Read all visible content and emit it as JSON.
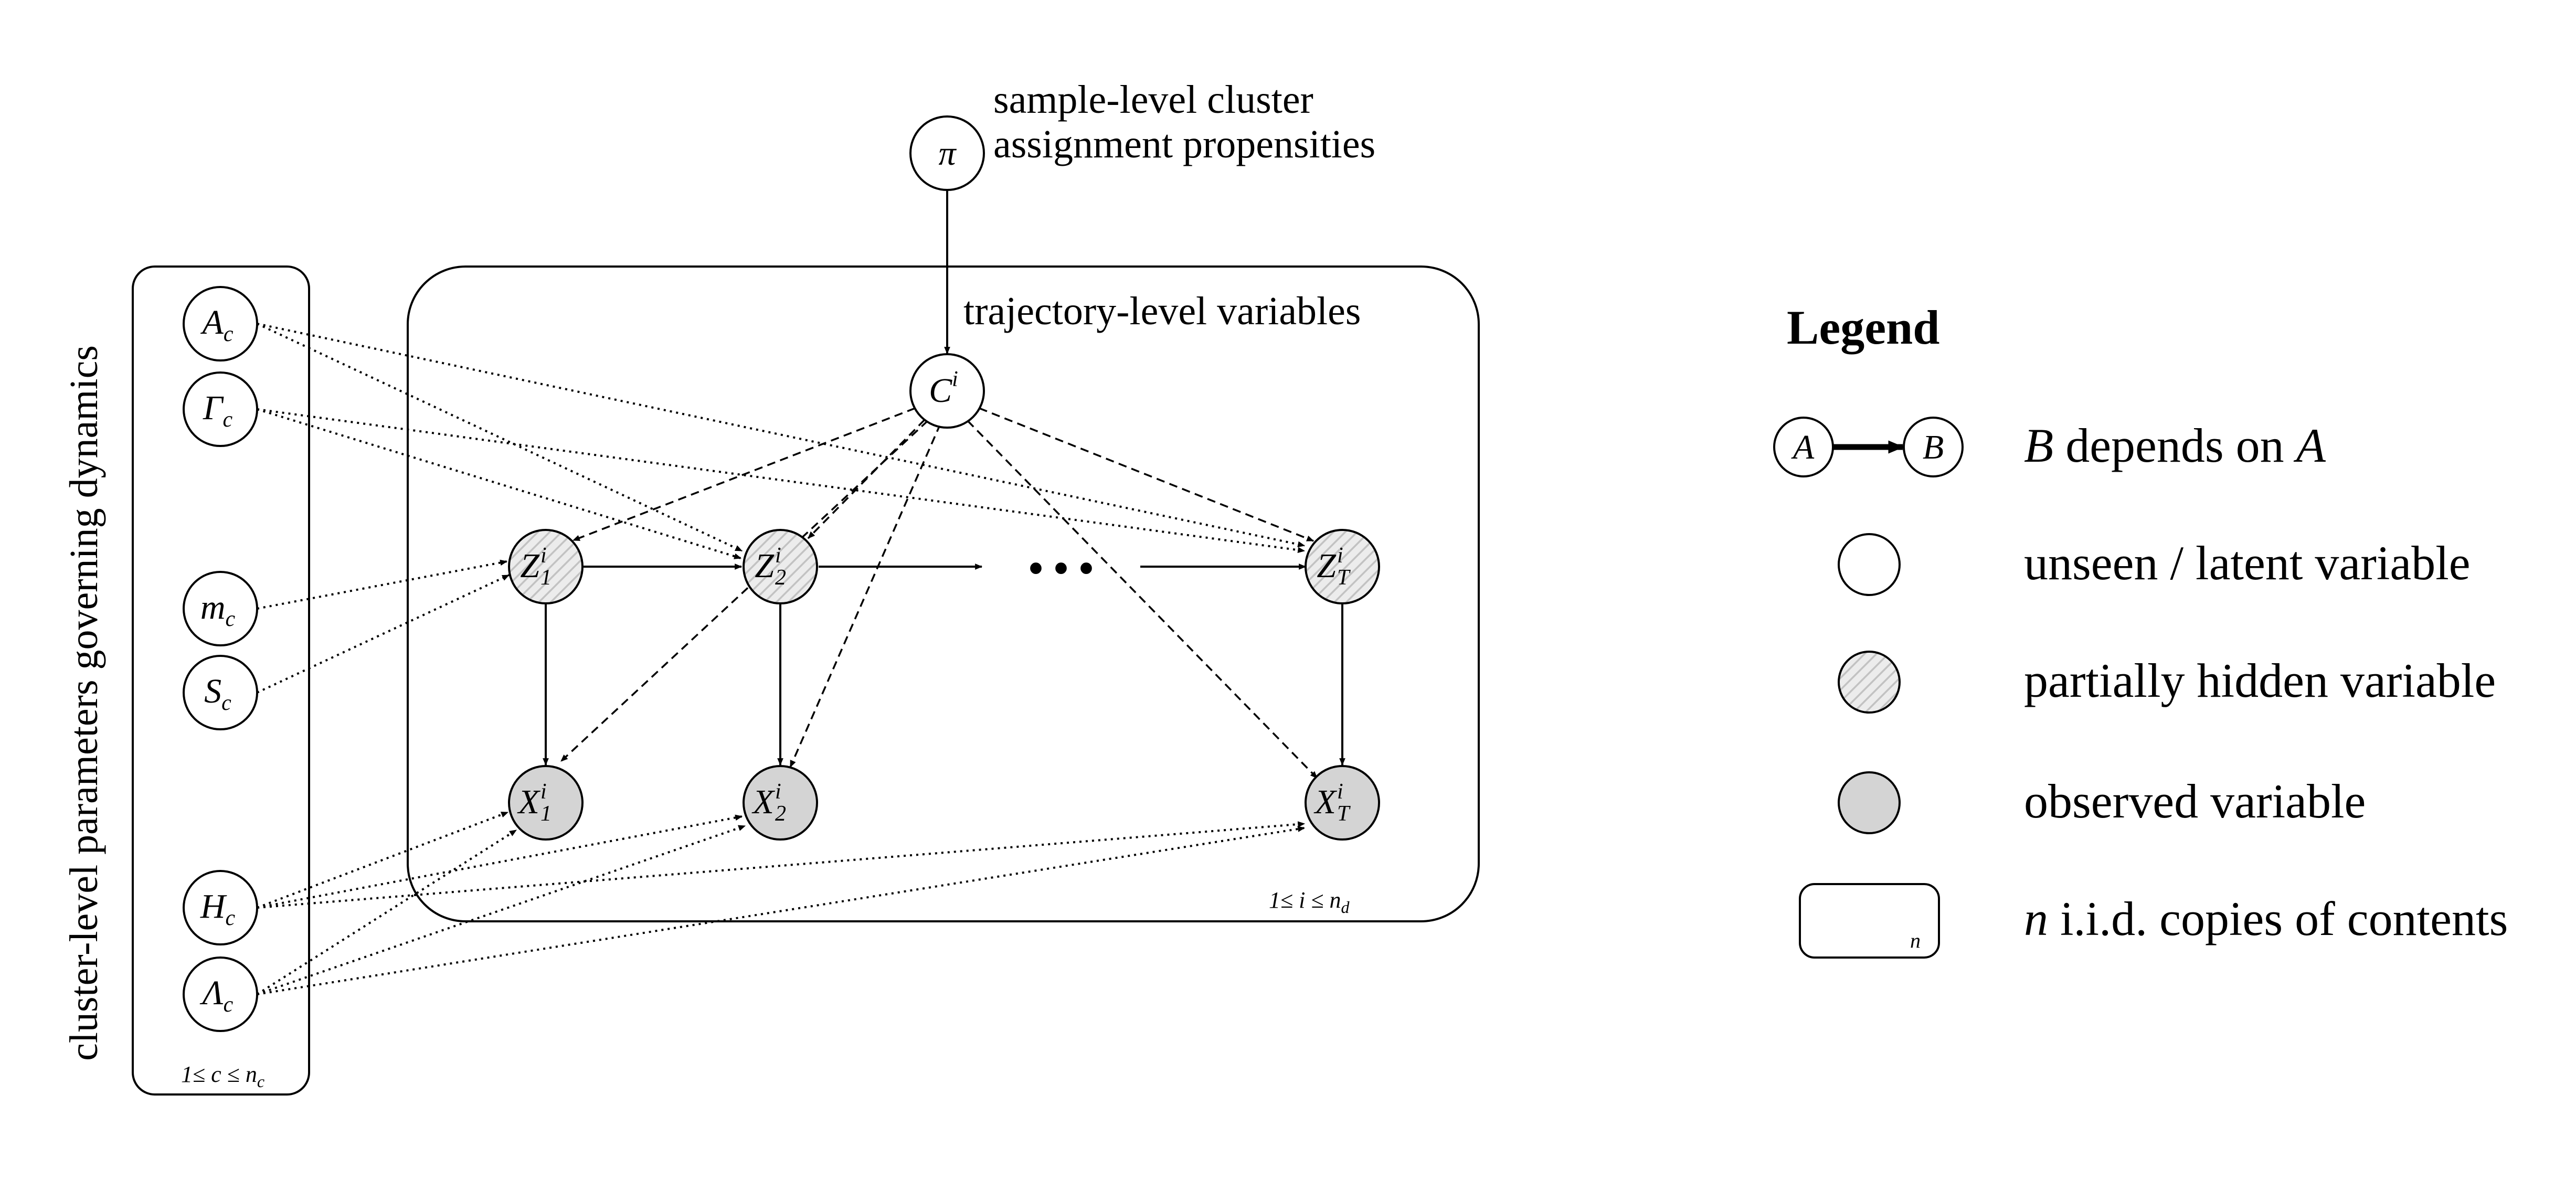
{
  "diagram": {
    "nodes": {
      "pi": {
        "label": "π",
        "state": "latent"
      },
      "A": {
        "base": "A",
        "sub": "c",
        "state": "latent"
      },
      "Gamma": {
        "base": "Γ",
        "sub": "c",
        "state": "latent"
      },
      "m": {
        "base": "m",
        "sub": "c",
        "state": "latent"
      },
      "S": {
        "base": "S",
        "sub": "c",
        "state": "latent"
      },
      "H": {
        "base": "H",
        "sub": "c",
        "state": "latent"
      },
      "Lambda": {
        "base": "Λ",
        "sub": "c",
        "state": "latent"
      },
      "C": {
        "base": "C",
        "sup": "i",
        "state": "latent"
      },
      "Z1": {
        "base": "Z",
        "sub": "1",
        "sup": "i",
        "state": "partial"
      },
      "Z2": {
        "base": "Z",
        "sub": "2",
        "sup": "i",
        "state": "partial"
      },
      "ZT": {
        "base": "Z",
        "sub": "T",
        "sup": "i",
        "state": "partial"
      },
      "X1": {
        "base": "X",
        "sub": "1",
        "sup": "i",
        "state": "observed"
      },
      "X2": {
        "base": "X",
        "sub": "2",
        "sup": "i",
        "state": "observed"
      },
      "XT": {
        "base": "X",
        "sub": "T",
        "sup": "i",
        "state": "observed"
      }
    },
    "ellipsis": "• • •",
    "labels": {
      "pi_desc_line1": "sample-level cluster",
      "pi_desc_line2": "assignment propensities",
      "trajectory_plate": "trajectory-level variables",
      "cluster_plate": "cluster-level parameters governing dynamics",
      "trajectory_range": {
        "pre": "1≤ i ≤ n",
        "sub": "d"
      },
      "cluster_range": {
        "pre": "1≤ c ≤ n",
        "sub": "c"
      }
    }
  },
  "legend": {
    "title": "Legend",
    "dep_from": "A",
    "dep_to": "B",
    "dep_text_var1": "B",
    "dep_text_mid": " depends on ",
    "dep_text_var2": "A",
    "latent": "unseen / latent variable",
    "partial": "partially hidden variable",
    "observed": "observed variable",
    "plate_var": "n",
    "plate_text_var": "n",
    "plate_text_rest": " i.i.d. copies of contents"
  }
}
